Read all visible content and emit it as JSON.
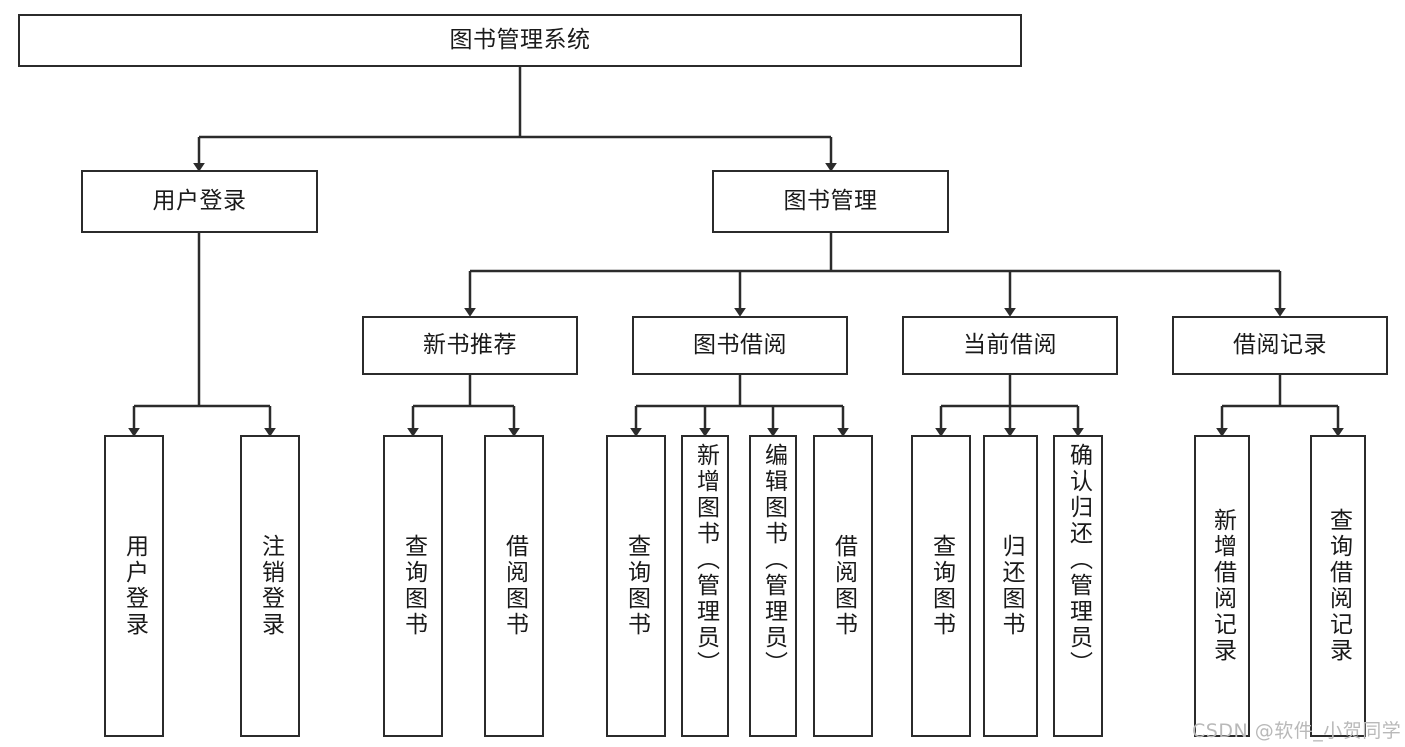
{
  "diagram": {
    "title": "图书管理系统",
    "type": "tree-hierarchy-diagram",
    "root": {
      "id": "root",
      "label": "图书管理系统"
    },
    "level2": [
      {
        "id": "user-login",
        "label": "用户登录"
      },
      {
        "id": "book-manage",
        "label": "图书管理"
      }
    ],
    "level3": [
      {
        "id": "new-book-rec",
        "label": "新书推荐"
      },
      {
        "id": "book-borrow",
        "label": "图书借阅"
      },
      {
        "id": "current-borrow",
        "label": "当前借阅"
      },
      {
        "id": "borrow-record",
        "label": "借阅记录"
      }
    ],
    "leaves": {
      "user-login": [
        {
          "id": "leaf-user-login",
          "label": "用户登录"
        },
        {
          "id": "leaf-logout",
          "label": "注销登录"
        }
      ],
      "new-book-rec": [
        {
          "id": "leaf-query-book-1",
          "label": "查询图书"
        },
        {
          "id": "leaf-borrow-book-1",
          "label": "借阅图书"
        }
      ],
      "book-borrow": [
        {
          "id": "leaf-query-book-2",
          "label": "查询图书"
        },
        {
          "id": "leaf-add-book",
          "label": "新增图书（管理员）"
        },
        {
          "id": "leaf-edit-book",
          "label": "编辑图书（管理员）"
        },
        {
          "id": "leaf-borrow-book-2",
          "label": "借阅图书"
        }
      ],
      "current-borrow": [
        {
          "id": "leaf-query-book-3",
          "label": "查询图书"
        },
        {
          "id": "leaf-return-book",
          "label": "归还图书"
        },
        {
          "id": "leaf-confirm-return",
          "label": "确认归还（管理员）"
        }
      ],
      "borrow-record": [
        {
          "id": "leaf-add-record",
          "label": "新增借阅记录"
        },
        {
          "id": "leaf-query-record",
          "label": "查询借阅记录"
        }
      ]
    }
  },
  "watermark": {
    "text": "CSDN @软件_小贺同学"
  },
  "colors": {
    "stroke": "#2b2b2b",
    "box_fill": "#ffffff",
    "text": "#1a1a1a",
    "watermark": "#b9b9b9",
    "background": "#ffffff"
  }
}
